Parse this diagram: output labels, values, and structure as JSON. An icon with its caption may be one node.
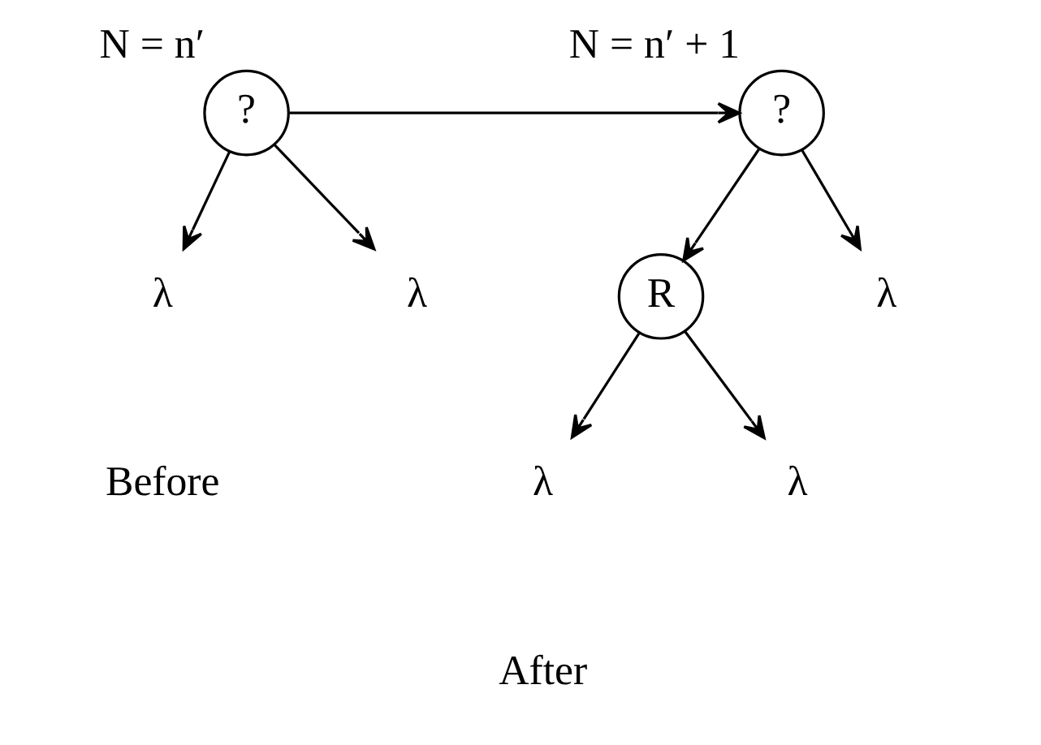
{
  "diagram": {
    "nodes": [
      {
        "text": [
          "?"
        ],
        "beside": [
          "N = n′"
        ]
      },
      {
        "text": [
          "λ"
        ]
      },
      {
        "text": [
          "λ"
        ]
      },
      {
        "text": [
          "?"
        ],
        "beside": [
          "N = n′ + 1"
        ]
      },
      {
        "text": [
          "R"
        ]
      },
      {
        "text": [
          "λ"
        ]
      },
      {
        "text": [
          "λ"
        ]
      },
      {
        "text": [
          "λ"
        ]
      }
    ],
    "edges": [
      {
        "from": 0,
        "to": 1,
        "arrow": "to"
      },
      {
        "from": 0,
        "to": 2,
        "arrow": "to"
      },
      {
        "from": 0,
        "to": 3,
        "arrow": "to"
      },
      {
        "from": 3,
        "to": 4,
        "arrow": "to"
      },
      {
        "from": 3,
        "to": 5,
        "arrow": "to"
      },
      {
        "from": 4,
        "to": 6,
        "arrow": "to"
      },
      {
        "from": 4,
        "to": 7,
        "arrow": "to"
      }
    ],
    "labels": [
      "Before",
      "After"
    ]
  }
}
